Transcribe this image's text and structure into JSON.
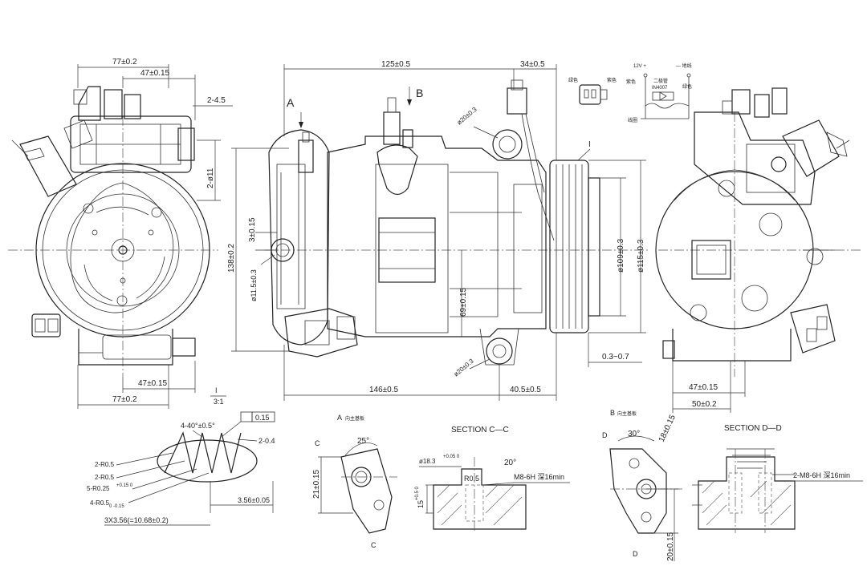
{
  "dims": {
    "front_top_outer": "77±0.2",
    "front_top_inner": "47±0.15",
    "front_thread": "2-4.5",
    "front_hole": "2-ø11",
    "front_bottom_inner": "47±0.15",
    "front_bottom_outer": "77±0.2",
    "side_total": "125±0.5",
    "side_head": "34±0.5",
    "side_port_dia": "ø20±0.3",
    "side_height": "138±0.2",
    "side_mid": "3±0.15",
    "side_bore": "ø11.5±0.3",
    "side_pulley_inner": "ø109±0.3",
    "side_pulley_outer": "ø115±0.3",
    "side_centre_h": "69±0.15",
    "side_lower_port": "ø20±0.3",
    "side_gap": "0.3~0.7",
    "side_body_len": "146±0.5",
    "side_pulley_len": "40.5±0.5",
    "rear_inner": "47±0.15",
    "rear_outer": "50±0.2",
    "scale_num": "I",
    "scale_den": "3:1"
  },
  "labels": {
    "view_a": "A",
    "view_b": "B",
    "pulley_label": "I",
    "conn_plus": "12V +",
    "conn_minus": "— 地线",
    "conn_wire1": "绿色",
    "conn_wire2": "紫色",
    "conn_wire3": "紫色",
    "conn_wire4": "绿色",
    "conn_diode": "二极管",
    "conn_diode_model": "IN4007",
    "conn_coil": "线圈"
  },
  "detail_groove": {
    "angle": "4-40°±0.5°",
    "flatness": "0.15",
    "chamfer": "2-0.4",
    "r1": "2-R0.5",
    "r2": "2-R0.5",
    "r3": "5-R0.25",
    "r3_tol": "+0.15 0",
    "r4": "4-R0.5",
    "r4_tol": "0 -0.15",
    "depth": "3.56±0.05",
    "pitch": "3X3.56(=10.68±0.2)"
  },
  "detail_a": {
    "title": "A",
    "subtitle": "向主基板",
    "angle": "25°",
    "height": "21±0.15",
    "section": "C"
  },
  "section_cc": {
    "title": "SECTION  C—C",
    "dia": "ø18.3",
    "dia_tol": "+0.05 0",
    "angle": "20°",
    "radius": "R0.5",
    "thread": "M8-6H 深16min",
    "depth": "15",
    "depth_tol": "+0.5 0"
  },
  "detail_b": {
    "title": "B",
    "subtitle": "向主基板",
    "angle": "30°",
    "width": "18±0.15",
    "height": "20±0.15",
    "section": "D"
  },
  "section_dd": {
    "title": "SECTION  D—D",
    "thread": "2-M8-6H 深16min"
  }
}
